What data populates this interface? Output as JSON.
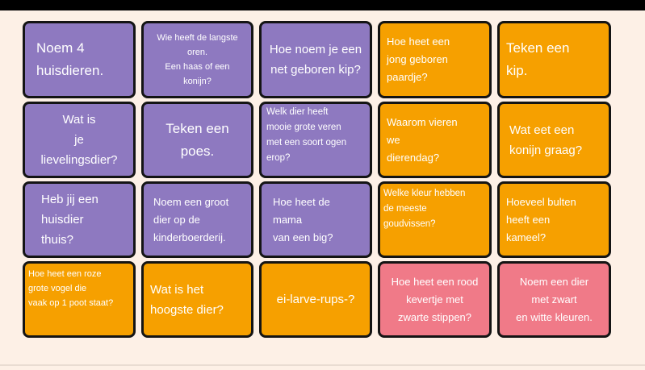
{
  "cards": [
    {
      "text": "Noem 4\nhuisdieren.",
      "color": "purple"
    },
    {
      "text": "Wie heeft de langste\noren.\nEen haas of een\nkonijn?",
      "color": "purple"
    },
    {
      "text": "Hoe noem je een\nnet geboren kip?",
      "color": "purple"
    },
    {
      "text": "Hoe heet een\njong geboren\npaardje?",
      "color": "orange"
    },
    {
      "text": "Teken een\nkip.",
      "color": "orange"
    },
    {
      "text": "Wat  is\nje\nlievelingsdier?",
      "color": "purple"
    },
    {
      "text": "Teken een\npoes.",
      "color": "purple"
    },
    {
      "text": "Welk dier heeft\nmooie grote veren\nmet een soort ogen\nerop?",
      "color": "purple"
    },
    {
      "text": "Waarom vieren\nwe\ndierendag?",
      "color": "orange"
    },
    {
      "text": "Wat eet een\nkonijn graag?",
      "color": "orange"
    },
    {
      "text": "Heb jij een\nhuisdier\nthuis?",
      "color": "purple"
    },
    {
      "text": "Noem een groot\ndier op de\nkinderboerderij.",
      "color": "purple"
    },
    {
      "text": "Hoe heet de\nmama\nvan een big?",
      "color": "purple"
    },
    {
      "text": "Welke kleur hebben\nde meeste\ngoudvissen?",
      "color": "orange"
    },
    {
      "text": "Hoeveel bulten\nheeft een\nkameel?",
      "color": "orange"
    },
    {
      "text": "Hoe heet een roze\ngrote vogel die\nvaak op 1 poot staat?",
      "color": "orange"
    },
    {
      "text": "Wat is het\nhoogste dier?",
      "color": "orange"
    },
    {
      "text": "ei-larve-rups-?",
      "color": "orange"
    },
    {
      "text": "Hoe heet een rood\nkevertje met\nzwarte stippen?",
      "color": "pink"
    },
    {
      "text": "Noem een dier\nmet zwart\nen witte kleuren.",
      "color": "pink"
    }
  ],
  "colors": {
    "purple": "#8e79c0",
    "orange": "#f6a000",
    "pink": "#f07a88",
    "border": "#141414",
    "background": "#fdf0e6"
  }
}
